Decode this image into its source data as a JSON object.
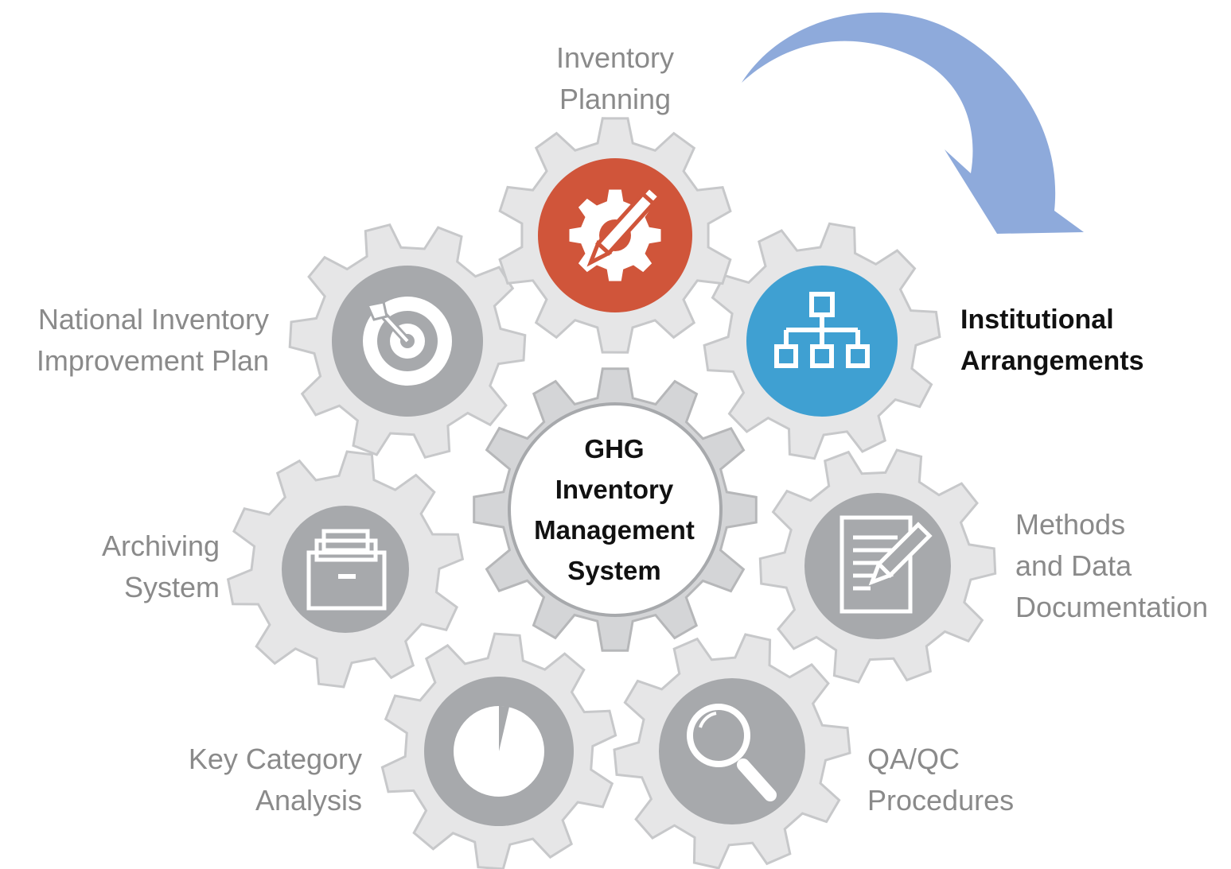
{
  "colors": {
    "gear_fill": "#e6e6e7",
    "gear_stroke": "#c7c8ca",
    "center_gear_fill": "#d4d5d7",
    "center_gear_stroke": "#b6b7b9",
    "disc_gray": "#a7a9ac",
    "disc_planning": "#d0553a",
    "disc_institutional": "#3fa0d2",
    "arrow": "#8eaadb",
    "label_gray": "#8a8a8a",
    "label_active": "#111111"
  },
  "center": {
    "lines": [
      "GHG",
      "Inventory",
      "Management",
      "System"
    ]
  },
  "gears": [
    {
      "id": "planning",
      "icon": "gear-pencil-icon",
      "label_lines": [
        "Inventory",
        "Planning"
      ],
      "active": false
    },
    {
      "id": "institutional",
      "icon": "org-chart-icon",
      "label_lines": [
        "Institutional",
        "Arrangements"
      ],
      "active": true
    },
    {
      "id": "methods",
      "icon": "document-pencil-icon",
      "label_lines": [
        "Methods",
        "and Data",
        "Documentation"
      ],
      "active": false
    },
    {
      "id": "qaqc",
      "icon": "magnifier-icon",
      "label_lines": [
        "QA/QC",
        "Procedures"
      ],
      "active": false
    },
    {
      "id": "keycat",
      "icon": "pie-chart-icon",
      "label_lines": [
        "Key Category",
        "Analysis"
      ],
      "active": false
    },
    {
      "id": "archiving",
      "icon": "file-box-icon",
      "label_lines": [
        "Archiving",
        "System"
      ],
      "active": false
    },
    {
      "id": "improvement",
      "icon": "target-icon",
      "label_lines": [
        "National Inventory",
        "Improvement Plan"
      ],
      "active": false
    }
  ]
}
